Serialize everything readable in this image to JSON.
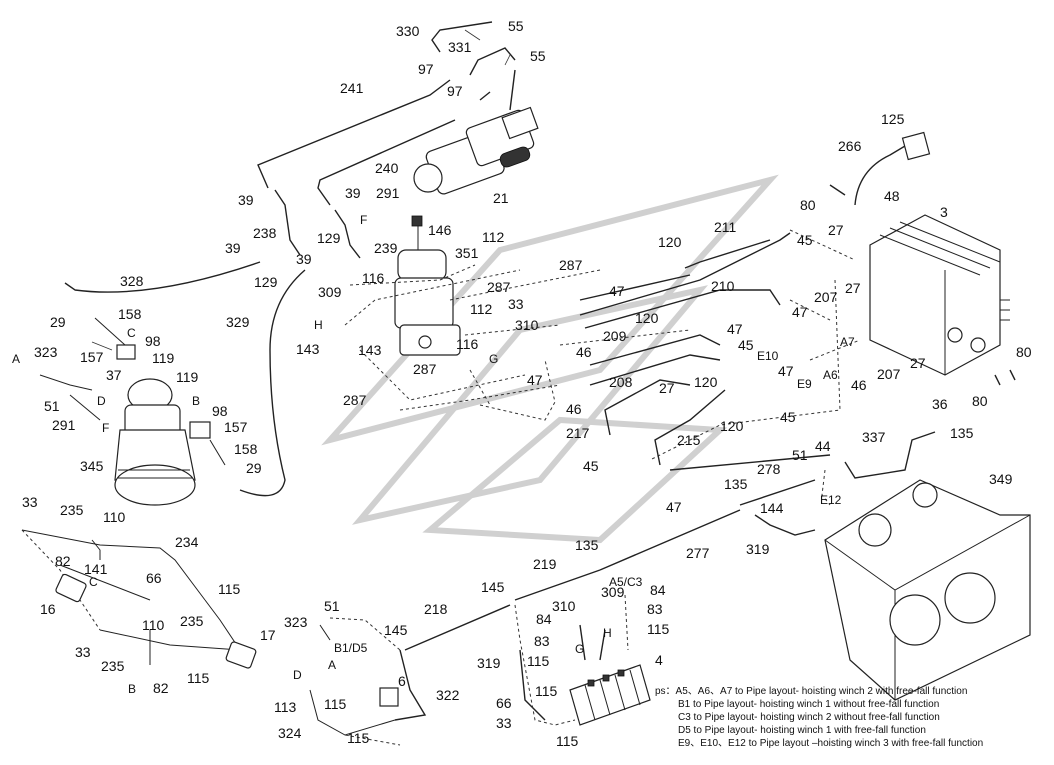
{
  "callouts": {
    "c330": "330",
    "c55a": "55",
    "c331": "331",
    "c55b": "55",
    "c97a": "97",
    "c97b": "97",
    "c241": "241",
    "c240": "240",
    "c21": "21",
    "c39a": "39",
    "c39b": "39",
    "c291a": "291",
    "c238": "238",
    "c129a": "129",
    "c239": "239",
    "c39c": "39",
    "c129b": "129",
    "c39d": "39",
    "c146": "146",
    "c351": "351",
    "c112a": "112",
    "c287a": "287",
    "c328": "328",
    "c116": "116",
    "c309a": "309",
    "c112b": "112",
    "c33a": "33",
    "c287b": "287",
    "c29a": "29",
    "c158a": "158",
    "c98a": "98",
    "c157a": "157",
    "c329": "329",
    "c143a": "143",
    "c143b": "143",
    "c116b": "116",
    "c310a": "310",
    "c323a": "323",
    "c119a": "119",
    "c37": "37",
    "c287c": "287",
    "c287d": "287",
    "c51a": "51",
    "c291b": "291",
    "c119b": "119",
    "c98b": "98",
    "c157b": "157",
    "c158b": "158",
    "c345": "345",
    "c29b": "29",
    "c120a": "120",
    "c211": "211",
    "c47a": "47",
    "c210": "210",
    "c209": "209",
    "c120b": "120",
    "c46a": "46",
    "c47b": "47",
    "c208": "208",
    "c46b": "46",
    "c45a": "45",
    "c27a": "27",
    "c207a": "207",
    "c27b": "27",
    "c47c": "47",
    "c47d": "47",
    "c45b": "45",
    "c120c": "120",
    "c47e": "47",
    "c45c": "45",
    "c27c": "27",
    "c120d": "120",
    "c217": "217",
    "c215": "215",
    "c45d": "45",
    "c47f": "47",
    "c125": "125",
    "c266": "266",
    "c80a": "80",
    "c48": "48",
    "c3": "3",
    "c46c": "46",
    "c207b": "207",
    "c27d": "27",
    "c80b": "80",
    "c80c": "80",
    "c36": "36",
    "c337": "337",
    "c135a": "135",
    "c44": "44",
    "c51b": "51",
    "c349": "349",
    "c278": "278",
    "c135b": "135",
    "c144": "144",
    "c319a": "319",
    "c277": "277",
    "c33b": "33",
    "c235a": "235",
    "c110a": "110",
    "c234": "234",
    "c82a": "82",
    "c141": "141",
    "c66a": "66",
    "c16": "16",
    "c115a": "115",
    "c235b": "235",
    "c110b": "110",
    "c17": "17",
    "c33c": "33",
    "c235c": "235",
    "c82b": "82",
    "c115b": "115",
    "c219": "219",
    "c135c": "135",
    "c145a": "145",
    "c84a": "84",
    "c309b": "309",
    "c83a": "83",
    "c115c": "115",
    "c84b": "84",
    "c310b": "310",
    "c323b": "323",
    "c51c": "51",
    "c218": "218",
    "c83b": "83",
    "c145b": "145",
    "c319b": "319",
    "c115d": "115",
    "c4": "4",
    "c6": "6",
    "c322": "322",
    "c113": "113",
    "c115e": "115",
    "c324": "324",
    "c115f": "115",
    "c115g": "115",
    "c66b": "66",
    "c33d": "33",
    "c115h": "115"
  },
  "port_labels": {
    "A_left": "A",
    "F_top": "F",
    "H_left": "H",
    "C_top": "C",
    "D_left": "D",
    "F_bottom": "F",
    "B_right": "B",
    "G_mid": "G",
    "A7": "A7",
    "A6": "A6",
    "E10": "E10",
    "E9": "E9",
    "E12": "E12",
    "C_low": "C",
    "B_low": "B",
    "A5_C3": "A5/C3",
    "B1_D5": "B1/D5",
    "A_bottom": "A",
    "D_bottom": "D",
    "G_valve": "G",
    "H_valve": "H"
  },
  "notes": {
    "line1": "ps：A5、A6、A7 to Pipe layout- hoisting winch 2 with free-fall function",
    "line2": "B1 to Pipe layout- hoisting winch 1 without free-fall function",
    "line3": "C3 to Pipe layout- hoisting winch 2 without free-fall function",
    "line4": "D5 to Pipe layout- hoisting winch 1 with free-fall function",
    "line5": "E9、E10、E12 to Pipe layout –hoisting winch 3 with free-fall function"
  }
}
